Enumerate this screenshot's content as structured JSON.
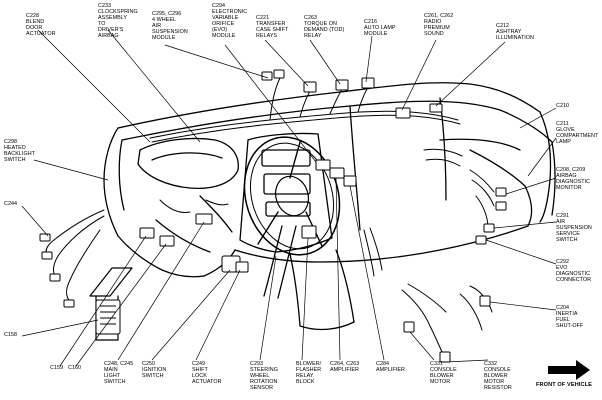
{
  "labels": {
    "c228": "C228\nBLEND\nDOOR\nACTUATOR",
    "c233": "C233\nCLOCKSPRING\nASSEMBLY\nTO\nDRIVER'S\nAIRBAG",
    "c295": "C295, C296\n4 WHEEL\nAIR\nSUSPENSION\nMODULE",
    "c294": "C294\nELECTRONIC\nVARIABLE\nORIFICE\n(EVO)\nMODULE",
    "c221": "C221\nTRANSFER\nCASE SHIFT\nRELAYS",
    "c263": "C263\nTORQUE ON\nDEMAND (TOD)\nRELAY",
    "c216": "C216\nAUTO LAMP\nMODULE",
    "c261": "C261, C262\nRADIO\nPREMIUM\nSOUND",
    "c212": "C212\nASHTRAY\nILLUMINATION",
    "c210": "C210",
    "c211": "C211\nGLOVE\nCOMPARTMENT\nLAMP",
    "c208": "C208, C209\nAIRBAG\nDIAGNOSTIC\nMONITOR",
    "c291": "C291\nAIR\nSUSPENSION\nSERVICE\nSWITCH",
    "c292": "C292\nEVO\nDIAGNOSTIC\nCONNECTOR",
    "c204": "C204\nINERTIA\nFUEL\nSHUT-OFF",
    "c298": "C298\nHEATED\nBACKLIGHT\nSWITCH",
    "c244": "C244",
    "c158": "C158",
    "c159": "C159",
    "c160": "C160",
    "c248": "C248, C245\nMAIN\nLIGHT\nSWITCH",
    "c250": "C250\nIGNITION\nSWITCH",
    "c249": "C249\nSHIFT\nLOCK\nACTUATOR",
    "c293": "C293\nSTEERING\nWHEEL\nROTATION\nSENSOR",
    "blower": "BLOWER/\nFLASHER\nRELAY\nBLOCK",
    "c264": "C264, C263\nAMPLIFIER",
    "c284": "C284\nAMPLIFIER",
    "c331": "C331\nCONSOLE\nBLOWER\nMOTOR",
    "c332": "C332\nCONSOLE\nBLOWER\nMOTOR\nRESISTOR",
    "front": "FRONT OF VEHICLE"
  }
}
